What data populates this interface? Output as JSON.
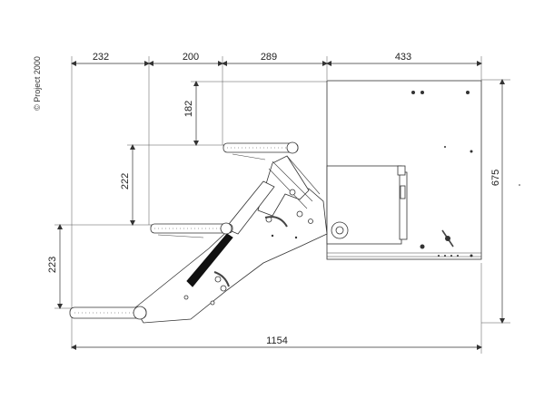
{
  "copyright": "© Project 2000",
  "dimensions": {
    "top_1": "232",
    "top_2": "200",
    "top_3": "289",
    "top_4": "433",
    "left_upper": "182",
    "left_middle": "222",
    "left_lower": "223",
    "right_height": "675",
    "bottom_total": "1154"
  },
  "colors": {
    "line": "#333333",
    "ramp": "#111111",
    "background": "#ffffff"
  }
}
